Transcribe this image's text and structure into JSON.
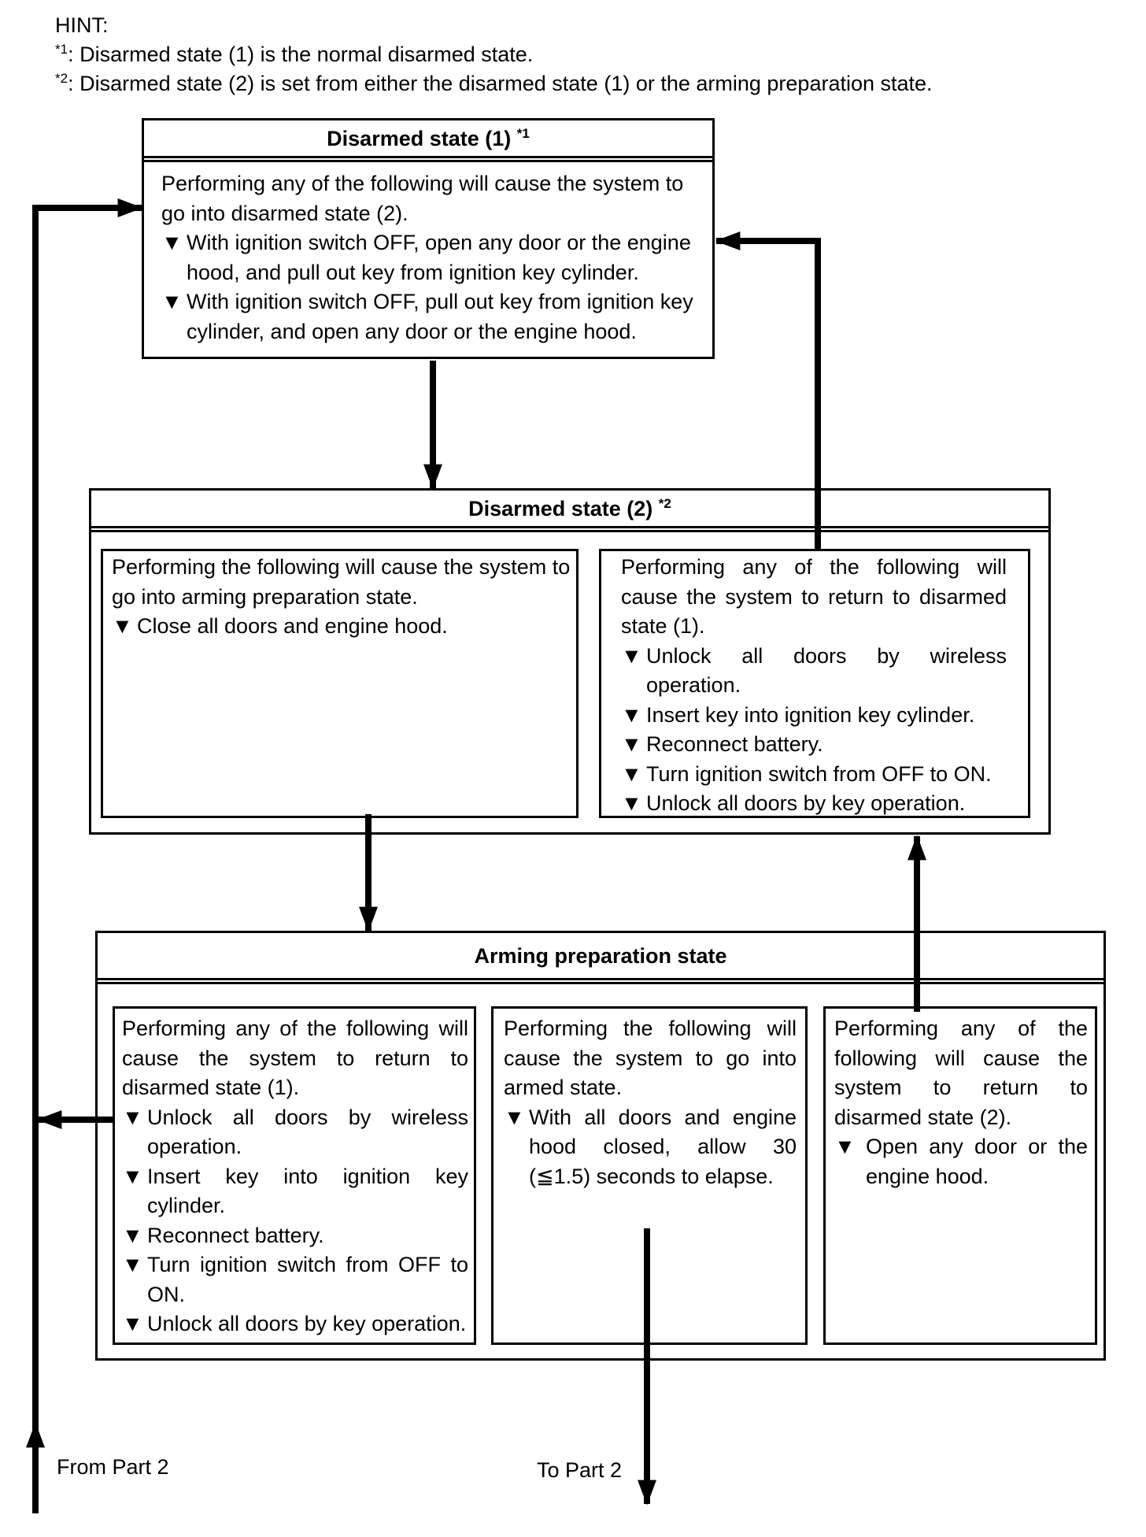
{
  "hint": {
    "label": "HINT:",
    "note1_marker": "*1",
    "note1_text": ": Disarmed state (1) is the normal disarmed state.",
    "note2_marker": "*2",
    "note2_text": ": Disarmed state (2) is set from either the disarmed state (1) or the arming preparation state."
  },
  "bullet_glyph": "▼",
  "disarmed1": {
    "title": "Disarmed state (1)",
    "title_marker": "*1",
    "intro": "Performing any of the following will cause the system to go into disarmed state (2).",
    "items": [
      "With ignition switch OFF, open any door or the engine hood, and pull out key from ignition key cylinder.",
      "With ignition switch OFF, pull out key from ignition key cylinder, and open any door or the engine hood."
    ]
  },
  "disarmed2": {
    "title": "Disarmed state (2)",
    "title_marker": "*2",
    "left": {
      "intro": "Performing the following will cause the system to go into arming preparation state.",
      "items": [
        "Close all doors and engine hood."
      ]
    },
    "right": {
      "intro": "Performing any of the following will cause the system to return to disarmed state (1).",
      "items": [
        "Unlock all doors by wireless operation.",
        "Insert key into ignition key cylinder.",
        "Reconnect battery.",
        "Turn ignition switch from OFF to ON.",
        "Unlock all doors by key operation."
      ]
    }
  },
  "arming": {
    "title": "Arming preparation state",
    "left": {
      "intro": "Performing any of the following will cause the system to return to disarmed state (1).",
      "items": [
        "Unlock all doors by wireless operation.",
        "Insert key into ignition key cylinder.",
        "Reconnect battery.",
        "Turn ignition switch from OFF to ON.",
        "Unlock all doors by key operation."
      ]
    },
    "middle": {
      "intro": "Performing the following will cause the system to go into armed state.",
      "items": [
        "With all doors and engine hood closed, allow 30 (≦1.5) seconds to elapse."
      ]
    },
    "right": {
      "intro": "Performing any of the following will cause the system to return to disarmed state (2).",
      "items": [
        "Open any door or the engine hood."
      ]
    }
  },
  "from_part2": "From Part 2",
  "to_part2": "To Part 2"
}
